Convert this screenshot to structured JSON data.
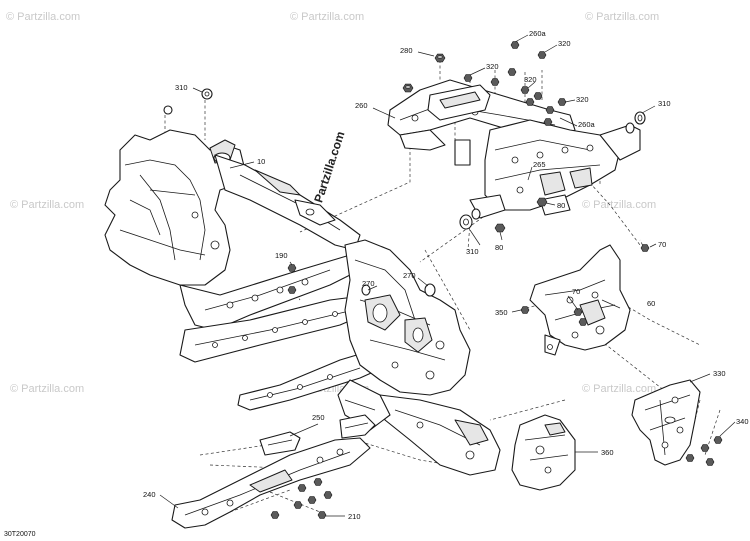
{
  "diagram": {
    "reference_code": "30T20070",
    "watermark_text": "© Partzilla.com",
    "callouts": [
      {
        "id": "c10",
        "text": "10"
      },
      {
        "id": "c60",
        "text": "60"
      },
      {
        "id": "c70a",
        "text": "70"
      },
      {
        "id": "c70b",
        "text": "70"
      },
      {
        "id": "c80a",
        "text": "80"
      },
      {
        "id": "c80b",
        "text": "80"
      },
      {
        "id": "c190",
        "text": "190"
      },
      {
        "id": "c210",
        "text": "210"
      },
      {
        "id": "c240",
        "text": "240"
      },
      {
        "id": "c250",
        "text": "250"
      },
      {
        "id": "c260",
        "text": "260"
      },
      {
        "id": "c260a1",
        "text": "260a"
      },
      {
        "id": "c260a2",
        "text": "260a"
      },
      {
        "id": "c265",
        "text": "265"
      },
      {
        "id": "c270a",
        "text": "270"
      },
      {
        "id": "c270b",
        "text": "270"
      },
      {
        "id": "c280",
        "text": "280"
      },
      {
        "id": "c310a",
        "text": "310"
      },
      {
        "id": "c310b",
        "text": "310"
      },
      {
        "id": "c310c",
        "text": "310"
      },
      {
        "id": "c320a",
        "text": "320"
      },
      {
        "id": "c320b",
        "text": "320"
      },
      {
        "id": "c320c",
        "text": "320"
      },
      {
        "id": "c320d",
        "text": "320"
      },
      {
        "id": "c330",
        "text": "330"
      },
      {
        "id": "c340",
        "text": "340"
      },
      {
        "id": "c350",
        "text": "350"
      },
      {
        "id": "c360",
        "text": "360"
      }
    ]
  }
}
